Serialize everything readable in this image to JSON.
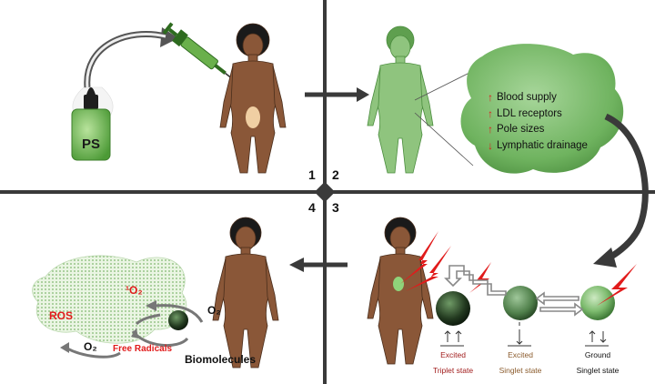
{
  "colors": {
    "divider": "#3a3a3a",
    "skin": "#8a5738",
    "green": "#7dbb6e",
    "dark_green": "#2f4a2a",
    "red": "#e11b1b",
    "triplet_text": "#a11d1d",
    "singlet_text": "#8a5a2b"
  },
  "quadrants": {
    "q1": "1",
    "q2": "2",
    "q3": "3",
    "q4": "4"
  },
  "ps_bottle_label": "PS",
  "tumor_properties": [
    {
      "direction": "up",
      "text": "Blood supply"
    },
    {
      "direction": "up",
      "text": "LDL receptors"
    },
    {
      "direction": "up",
      "text": "Pole sizes"
    },
    {
      "direction": "down",
      "text": "Lymphatic drainage"
    }
  ],
  "states": {
    "excited_triplet": {
      "line1": "Excited",
      "line2": "Triplet state"
    },
    "excited_singlet": {
      "line1": "Excited",
      "line2": "Singlet state"
    },
    "ground_singlet": {
      "line1": "Ground",
      "line2": "Singlet state"
    }
  },
  "ros_labels": {
    "singlet_oxygen": "¹O₂",
    "ros": "ROS",
    "o2_right": "O₂",
    "o2_left": "O₂",
    "free_radicals": "Free Radicals",
    "biomolecules": "Biomolecules"
  },
  "icons": [
    "dropper-bottle-icon",
    "syringe-icon",
    "laser-bolt-icon",
    "curved-arrow-icon"
  ]
}
